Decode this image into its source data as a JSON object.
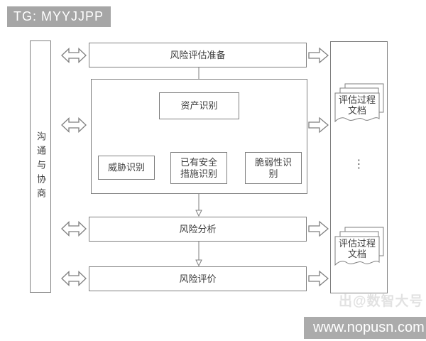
{
  "badge": {
    "text": "TG: MYYJJPP"
  },
  "diagram": {
    "left_bar_label": "沟通与协商",
    "boxes": {
      "prepare": "风险评估准备",
      "asset": "资产识别",
      "threat": "威胁识别",
      "existing_measures": "已有安全措施识别",
      "vulnerability": "脆弱性识别",
      "analysis": "风险分析",
      "evaluation": "风险评价"
    },
    "right_bar": {
      "doc_top_label": "评估过程文档",
      "ellipsis": "⋮",
      "doc_bottom_label": "评估过程文档"
    },
    "colors": {
      "line": "#7f7f7f",
      "text": "#3d3d3d",
      "badge_bg": "#a6a6a6",
      "footer_bg": "#ababab",
      "watermark_text": "#e2e2e2"
    }
  },
  "footer": {
    "watermark": "出@数智大号",
    "site": "www.nopusn.com"
  }
}
